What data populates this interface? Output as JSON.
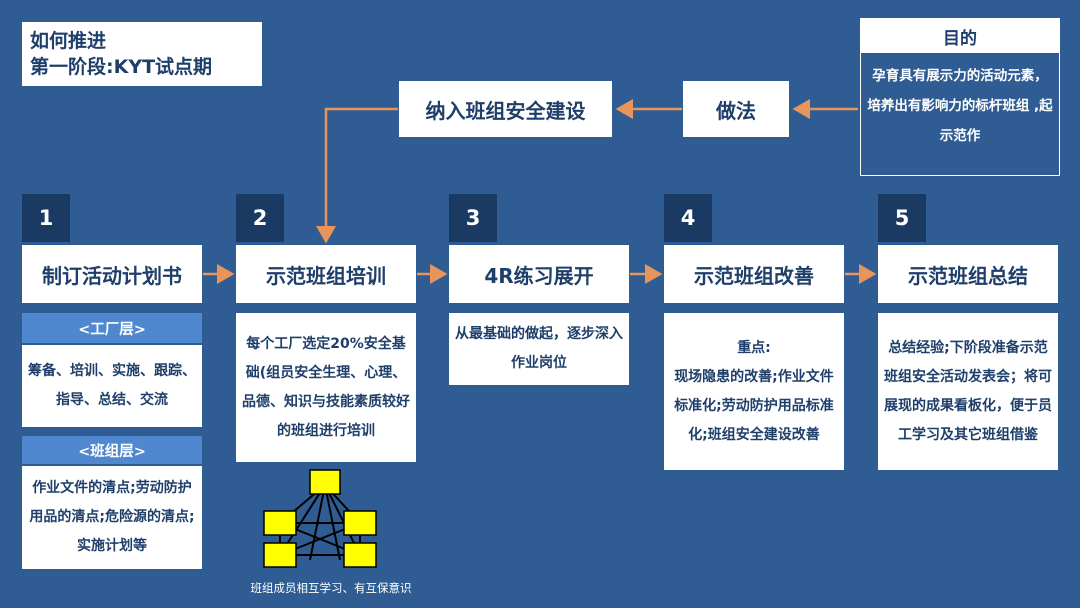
{
  "title": {
    "line1": "如何推进",
    "line2": "第一阶段:KYT试点期"
  },
  "purpose": {
    "header": "目的",
    "text": "孕育具有展示力的活动元素，培养出有影响力的标杆班组 ,起示范作"
  },
  "method": {
    "label": "做法"
  },
  "incorporate": {
    "label": "纳入班组安全建设"
  },
  "steps": [
    {
      "num": "1",
      "label": "制订活动计划书"
    },
    {
      "num": "2",
      "label": "示范班组培训"
    },
    {
      "num": "3",
      "label": "4R练习展开"
    },
    {
      "num": "4",
      "label": "示范班组改善"
    },
    {
      "num": "5",
      "label": "示范班组总结"
    }
  ],
  "step1_details": {
    "factory_level": {
      "header": "<工厂层>",
      "text": "筹备、培训、实施、跟踪、指导、总结、交流"
    },
    "team_level": {
      "header": "<班组层>",
      "text": "作业文件的清点;劳动防护用品的清点;危险源的清点;实施计划等"
    }
  },
  "step2_detail": "每个工厂选定20%安全基础(组员安全生理、心理、品德、知识与技能素质较好的班组进行培训",
  "step3_detail": "从最基础的做起，逐步深入作业岗位",
  "step4_detail": {
    "heading": "重点:",
    "text": "现场隐患的改善;作业文件标准化;劳动防护用品标准化;班组安全建设改善"
  },
  "step5_detail": "总结经验;下阶段准备示范班组安全活动发表会；将可展现的成果看板化，便于员工学习及其它班组借鉴",
  "caption": "班组成员相互学习、有互保意识",
  "colors": {
    "background": "#2f5c93",
    "box": "#ffffff",
    "number_box": "#1b3a63",
    "arrow": "#e8945a",
    "level_header": "#4f88cf",
    "network_node": "#ffff00"
  }
}
